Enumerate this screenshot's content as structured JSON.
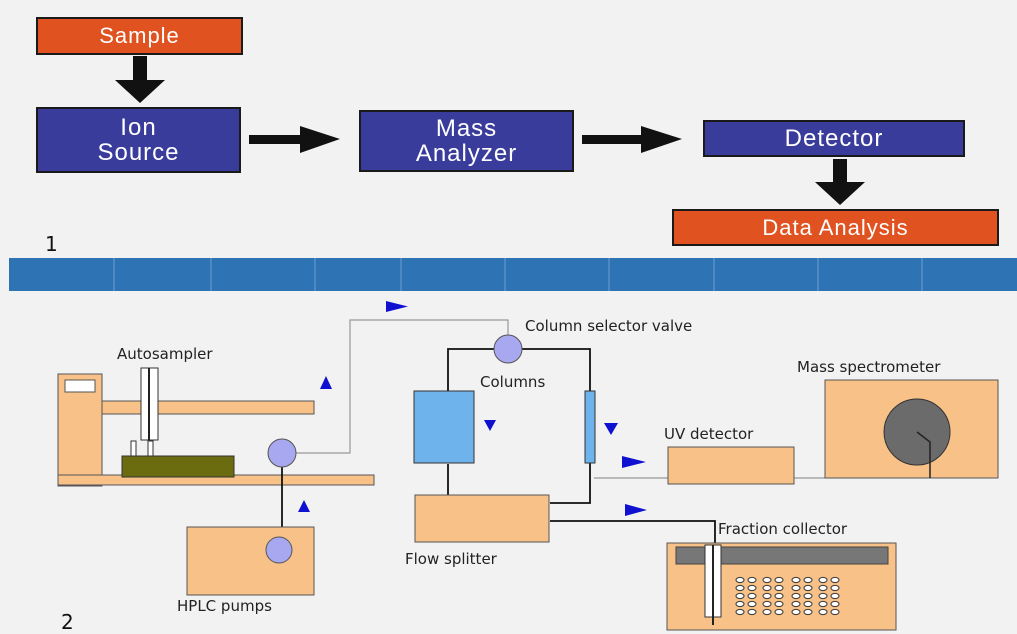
{
  "part1": {
    "number": "1",
    "sample": "Sample",
    "ion_source": "Ion\nSource",
    "mass_analyzer": "Mass\nAnalyzer",
    "detector": "Detector",
    "data_analysis": "Data Analysis"
  },
  "part2": {
    "number": "2",
    "autosampler": "Autosampler",
    "column_selector_valve": "Column selector valve",
    "columns": "Columns",
    "mass_spectrometer": "Mass spectrometer",
    "uv_detector": "UV detector",
    "fraction_collector": "Fraction collector",
    "flow_splitter": "Flow splitter",
    "hplc_pumps": "HPLC pumps"
  },
  "colors": {
    "box_blue": "#3a3c9c",
    "box_orange": "#e0521f",
    "band_blue": "#2e74b5",
    "equipment_tan": "#f7c187",
    "arrow_blue": "#1010d0",
    "valve_lavender": "#a8a8f0",
    "column_blue": "#6fb3ec",
    "tray_olive": "#6b6b10",
    "detector_gray": "#6b6b6b"
  }
}
